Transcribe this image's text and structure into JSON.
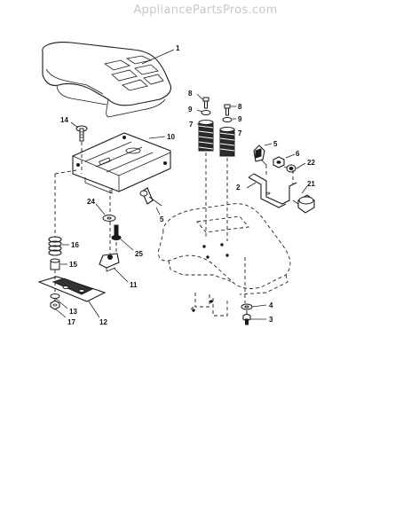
{
  "watermark": "AppliancePartsPros.com",
  "callouts": [
    {
      "id": "1",
      "label": "1"
    },
    {
      "id": "2",
      "label": "2"
    },
    {
      "id": "3",
      "label": "3"
    },
    {
      "id": "4",
      "label": "4"
    },
    {
      "id": "5a",
      "label": "5"
    },
    {
      "id": "5b",
      "label": "5"
    },
    {
      "id": "6",
      "label": "6"
    },
    {
      "id": "7a",
      "label": "7"
    },
    {
      "id": "7b",
      "label": "7"
    },
    {
      "id": "8a",
      "label": "8"
    },
    {
      "id": "8b",
      "label": "8"
    },
    {
      "id": "9a",
      "label": "9"
    },
    {
      "id": "9b",
      "label": "9"
    },
    {
      "id": "10",
      "label": "10"
    },
    {
      "id": "11",
      "label": "11"
    },
    {
      "id": "12",
      "label": "12"
    },
    {
      "id": "13",
      "label": "13"
    },
    {
      "id": "14",
      "label": "14"
    },
    {
      "id": "15",
      "label": "15"
    },
    {
      "id": "16",
      "label": "16"
    },
    {
      "id": "17",
      "label": "17"
    },
    {
      "id": "21",
      "label": "21"
    },
    {
      "id": "22",
      "label": "22"
    },
    {
      "id": "24",
      "label": "24"
    },
    {
      "id": "25",
      "label": "25"
    }
  ]
}
